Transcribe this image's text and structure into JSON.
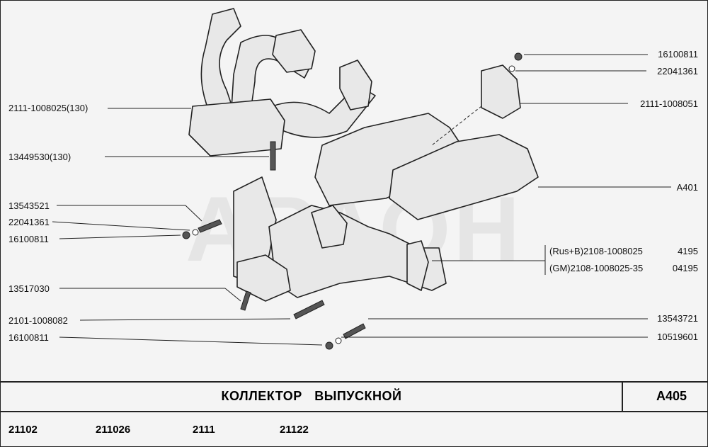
{
  "labels": {
    "l1": "2111-1008025(130)",
    "l2": "13449530(130)",
    "l3": "13543521",
    "l4": "22041361",
    "l5": "16100811",
    "l6": "13517030",
    "l7": "2101-1008082",
    "l8": "16100811",
    "r1": "16100811",
    "r2": "22041361",
    "r3": "2111-1008051",
    "r4": "A401",
    "r5a": "(Rus+B)2108-1008025",
    "r5a_qty": "4195",
    "r5b": "(GM)2108-1008025-35",
    "r5b_qty": "04195",
    "r6": "13543721",
    "r7": "10519601"
  },
  "watermark": "АРАОН",
  "title": "КОЛЛЕКТОР   ВЫПУСКНОЙ",
  "code": "A405",
  "models": [
    "21102",
    "211026",
    "2111",
    "21122"
  ]
}
